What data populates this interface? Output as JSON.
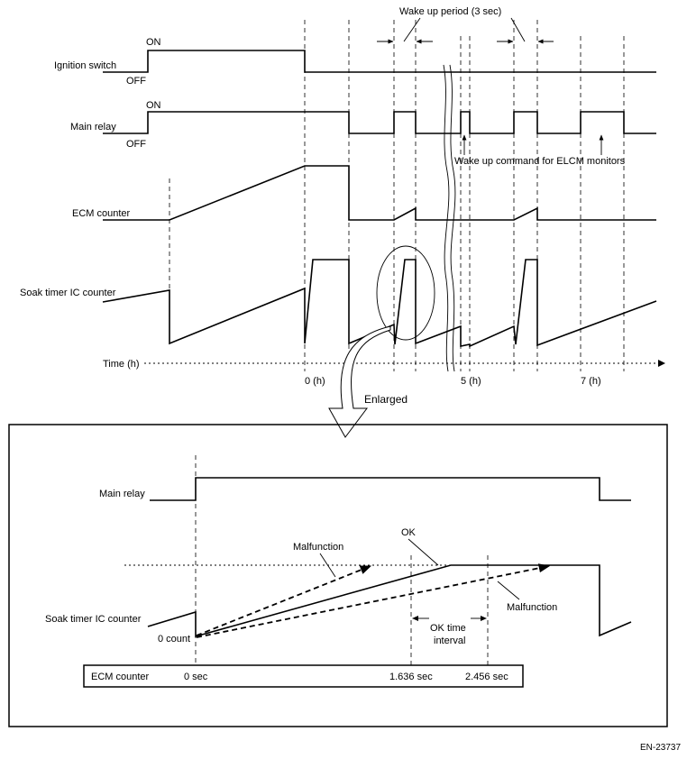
{
  "top": {
    "wake_period": "Wake up period (3 sec)",
    "ign_label": "Ignition switch",
    "on1": "ON",
    "off1": "OFF",
    "relay_label": "Main relay",
    "on2": "ON",
    "off2": "OFF",
    "wake_cmd": "Wake up command for ELCM monitors",
    "ecm_label": "ECM counter",
    "soak_label": "Soak timer IC counter",
    "time_label": "Time (h)",
    "t0": "0 (h)",
    "t5": "5 (h)",
    "t7": "7 (h)",
    "enlarged": "Enlarged"
  },
  "detail": {
    "relay_label": "Main relay",
    "soak_label": "Soak timer IC counter",
    "zero_count": "0 count",
    "malfunction_1": "Malfunction",
    "ok": "OK",
    "malfunction_2": "Malfunction",
    "ok_interval_1": "OK time",
    "ok_interval_2": "interval",
    "ecm_label": "ECM counter",
    "s0": "0 sec",
    "s1": "1.636 sec",
    "s2": "2.456 sec"
  },
  "figure_id": "EN-23737"
}
